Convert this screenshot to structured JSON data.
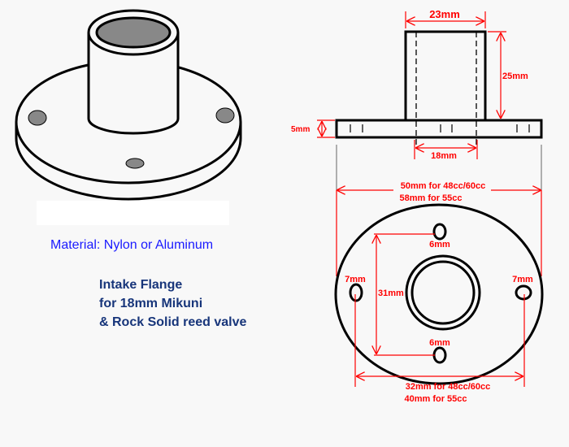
{
  "notes": {
    "material": "Material: Nylon or Aluminum",
    "title_lines": [
      "Intake Flange",
      "for 18mm Mikuni",
      "& Rock Solid reed valve"
    ]
  },
  "side_view": {
    "tube_outer_diameter": "23mm",
    "tube_height": "25mm",
    "flange_thickness": "5mm",
    "bore_diameter": "18mm"
  },
  "plan_view": {
    "outer_diameter_line1": "50mm for 48cc/60cc",
    "outer_diameter_line2": "58mm for 55cc",
    "vertical_hole_spacing": "31mm",
    "top_hole": "6mm",
    "bottom_hole": "6mm",
    "left_hole": "7mm",
    "right_hole": "7mm",
    "horizontal_hole_spacing_line1": "32mm for 48cc/60cc",
    "horizontal_hole_spacing_line2": "40mm for 55cc"
  },
  "colors": {
    "dimension": "#ff0000",
    "material_text": "#1a1aff",
    "title_text": "#17357a",
    "hole_fill": "#888888"
  }
}
